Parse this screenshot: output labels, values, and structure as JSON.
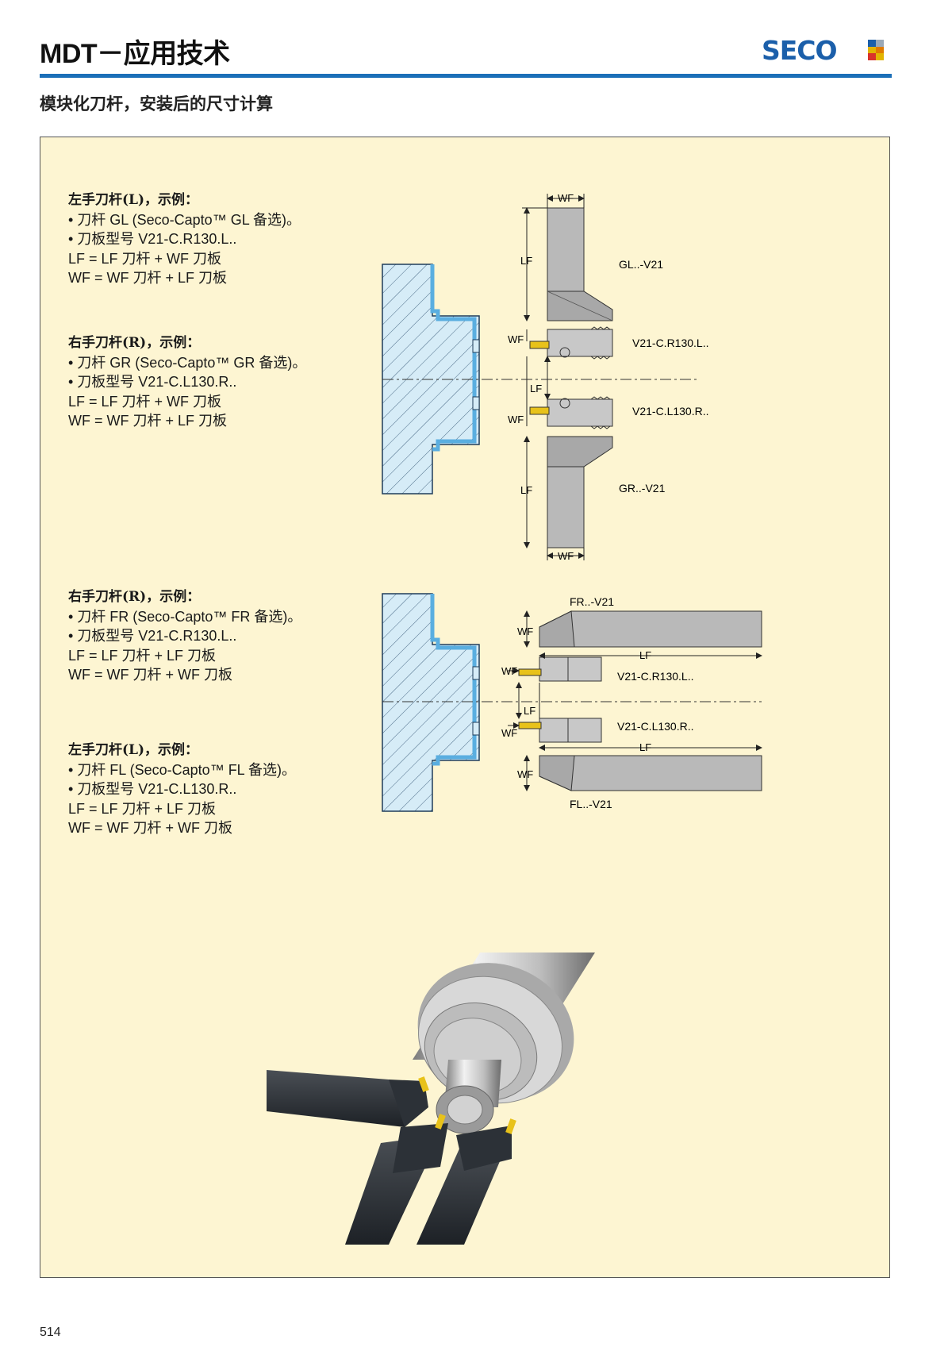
{
  "header": {
    "title": "MDT－应用技术",
    "subtitle": "模块化刀杆，安装后的尺寸计算",
    "logo_text": "SECO"
  },
  "blocks": [
    {
      "heading": "左手刀杆(L)，示例：",
      "lines": [
        "• 刀杆 GL (Seco-Capto™ GL 备选)。",
        "• 刀板型号 V21-C.R130.L..",
        "LF = LF 刀杆 + WF 刀板",
        "WF = WF 刀杆 + LF 刀板"
      ]
    },
    {
      "heading": "右手刀杆(R)，示例：",
      "lines": [
        "• 刀杆 GR (Seco-Capto™ GR 备选)。",
        "• 刀板型号 V21-C.L130.R..",
        "LF = LF 刀杆 + WF 刀板",
        "WF = WF 刀杆 + LF 刀板"
      ]
    },
    {
      "heading": "右手刀杆(R)，示例：",
      "lines": [
        "• 刀杆 FR (Seco-Capto™ FR 备选)。",
        "• 刀板型号 V21-C.R130.L..",
        "LF = LF 刀杆 + LF 刀板",
        "WF = WF 刀杆 + WF 刀板"
      ]
    },
    {
      "heading": "左手刀杆(L)，示例：",
      "lines": [
        "• 刀杆 FL (Seco-Capto™ FL 备选)。",
        "• 刀板型号 V21-C.L130.R..",
        "LF = LF 刀杆 + LF 刀板",
        "WF = WF 刀杆 + WF 刀板"
      ]
    }
  ],
  "diagram1": {
    "wf_top": "WF",
    "lf_top": "LF",
    "gl_label": "GL..-V21",
    "wf_mid1": "WF",
    "insert_r": "V21-C.R130.L..",
    "lf_mid": "LF",
    "wf_mid2": "WF",
    "insert_l": "V21-C.L130.R..",
    "lf_bot": "LF",
    "gr_label": "GR..-V21",
    "wf_bot": "WF"
  },
  "diagram2": {
    "fr_label": "FR..-V21",
    "wf_top": "WF",
    "lf_top": "LF",
    "wf_mid1": "WF",
    "insert_r": "V21-C.R130.L..",
    "lf_mid": "LF",
    "wf_mid2": "WF",
    "insert_l": "V21-C.L130.R..",
    "lf_bot": "LF",
    "wf_bot": "WF",
    "fl_label": "FL..-V21"
  },
  "colors": {
    "accent_blue": "#1b6fb8",
    "panel_bg": "#fdf5d2",
    "hatch_fill": "#d6ecf7",
    "tool_grey": "#b9b9b9",
    "insert_yellow": "#e8c21a"
  },
  "footer": {
    "page_number": "514"
  }
}
